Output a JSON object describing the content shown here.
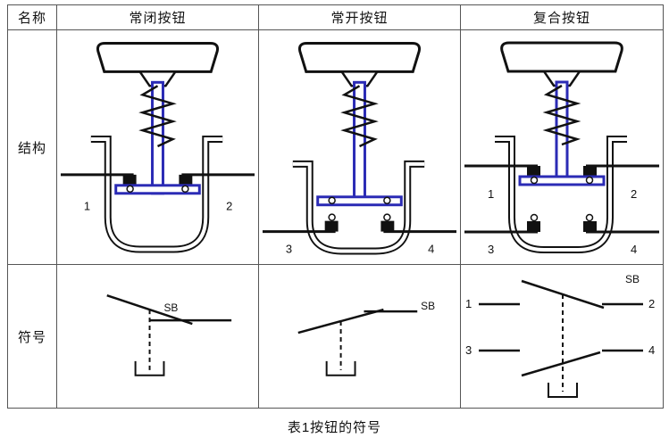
{
  "header": {
    "name": "名称",
    "buttons": [
      "常闭按钮",
      "常开按钮",
      "复合按钮"
    ]
  },
  "row_labels": {
    "structure": "结构",
    "symbol": "符号"
  },
  "structure": {
    "nc": {
      "t1": "1",
      "t2": "2"
    },
    "no": {
      "t3": "3",
      "t4": "4"
    },
    "compound": {
      "t1": "1",
      "t2": "2",
      "t3": "3",
      "t4": "4"
    }
  },
  "symbols": {
    "nc": {
      "sb": "SB"
    },
    "no": {
      "sb": "SB"
    },
    "compound": {
      "sb": "SB",
      "t1": "1",
      "t2": "2",
      "t3": "3",
      "t4": "4"
    }
  },
  "caption": "表1按钮的符号",
  "colors": {
    "stroke": "#111111",
    "shaft_blue": "#2b2bb5"
  }
}
